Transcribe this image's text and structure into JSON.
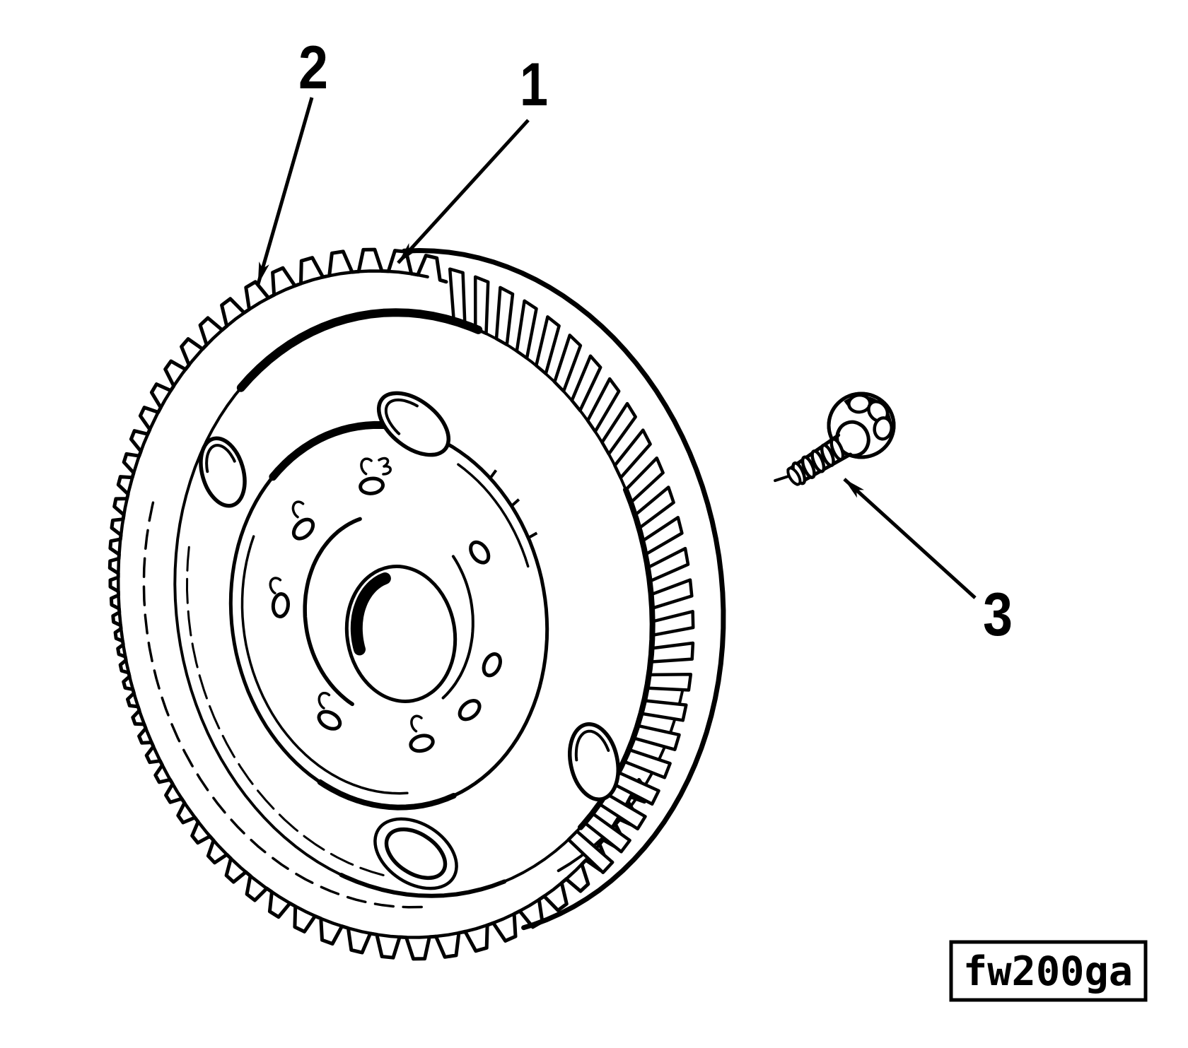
{
  "figure": {
    "figure_code": "fw200ga",
    "callouts": [
      {
        "label": "1"
      },
      {
        "label": "2"
      },
      {
        "label": "3"
      }
    ],
    "colors": {
      "ink": "#000000",
      "paper": "#ffffff"
    }
  }
}
